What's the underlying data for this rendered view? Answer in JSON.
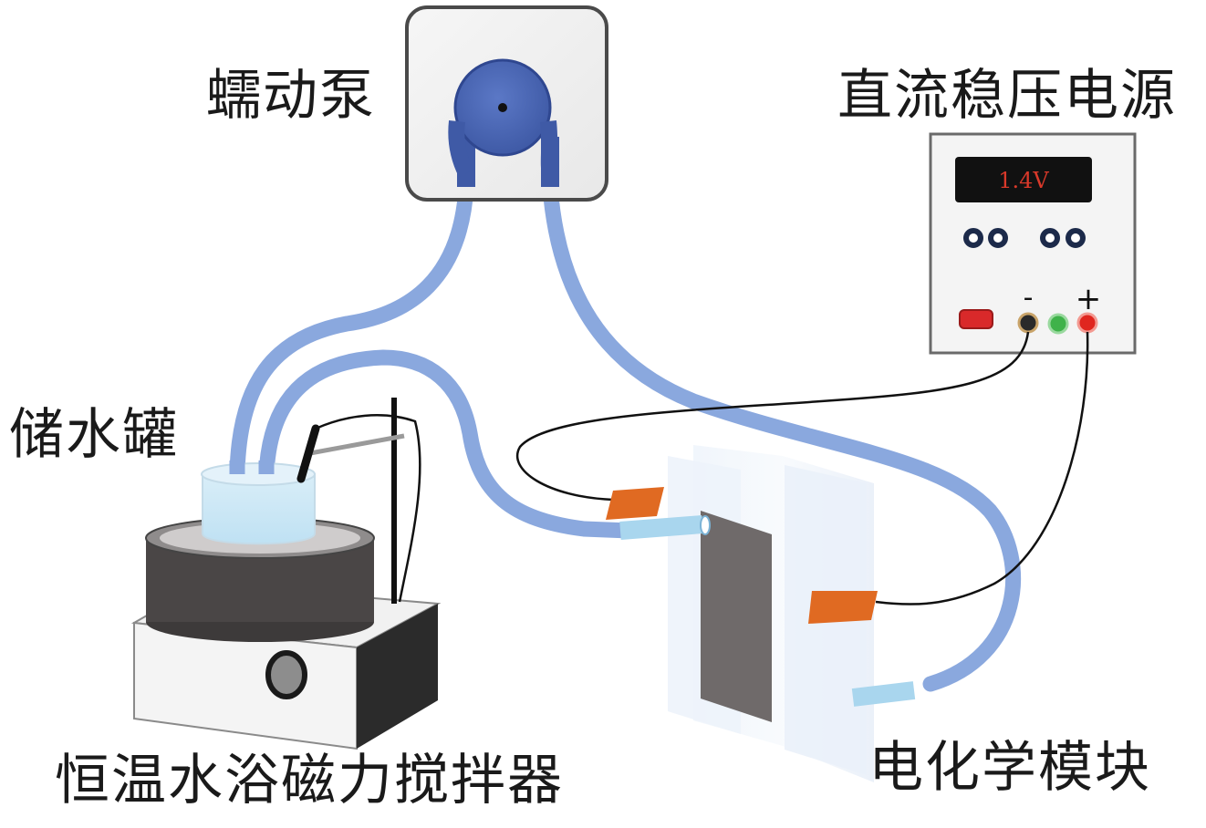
{
  "labels": {
    "pump": "蠕动泵",
    "power_supply": "直流稳压电源",
    "reservoir": "储水罐",
    "stirrer": "恒温水浴磁力搅拌器",
    "electrochem_module": "电化学模块"
  },
  "power_supply": {
    "display": "1.4V",
    "negative": "-",
    "positive": "+"
  },
  "colors": {
    "tube": "#8aa8de",
    "tube_end": "#a9d6ee",
    "pump_rotor": "#4a66b8",
    "display_text": "#d9392a",
    "electrode": "#e06a22",
    "plate": "#6f6a6a",
    "stirrer_dark": "#2b2b2b"
  }
}
